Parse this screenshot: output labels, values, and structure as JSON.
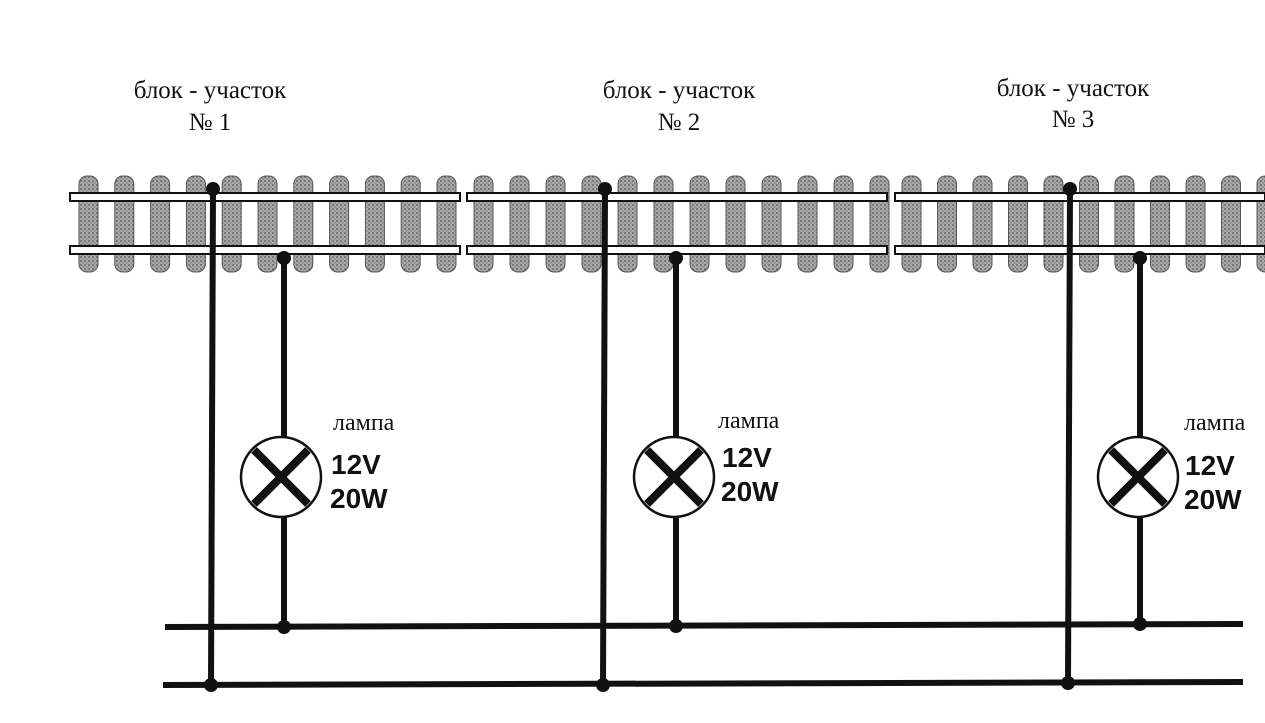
{
  "blocks": [
    {
      "title": "блок - участок",
      "number": "№ 1",
      "lamp_label": "лампа",
      "voltage": "12V",
      "power": "20W"
    },
    {
      "title": "блок - участок",
      "number": "№ 2",
      "lamp_label": "лампа",
      "voltage": "12V",
      "power": "20W"
    },
    {
      "title": "блок - участок",
      "number": "№ 3",
      "lamp_label": "лампа",
      "voltage": "12V",
      "power": "20W"
    }
  ],
  "colors": {
    "ink": "#111111",
    "tie": "#8a8a8a",
    "background": "#ffffff"
  }
}
